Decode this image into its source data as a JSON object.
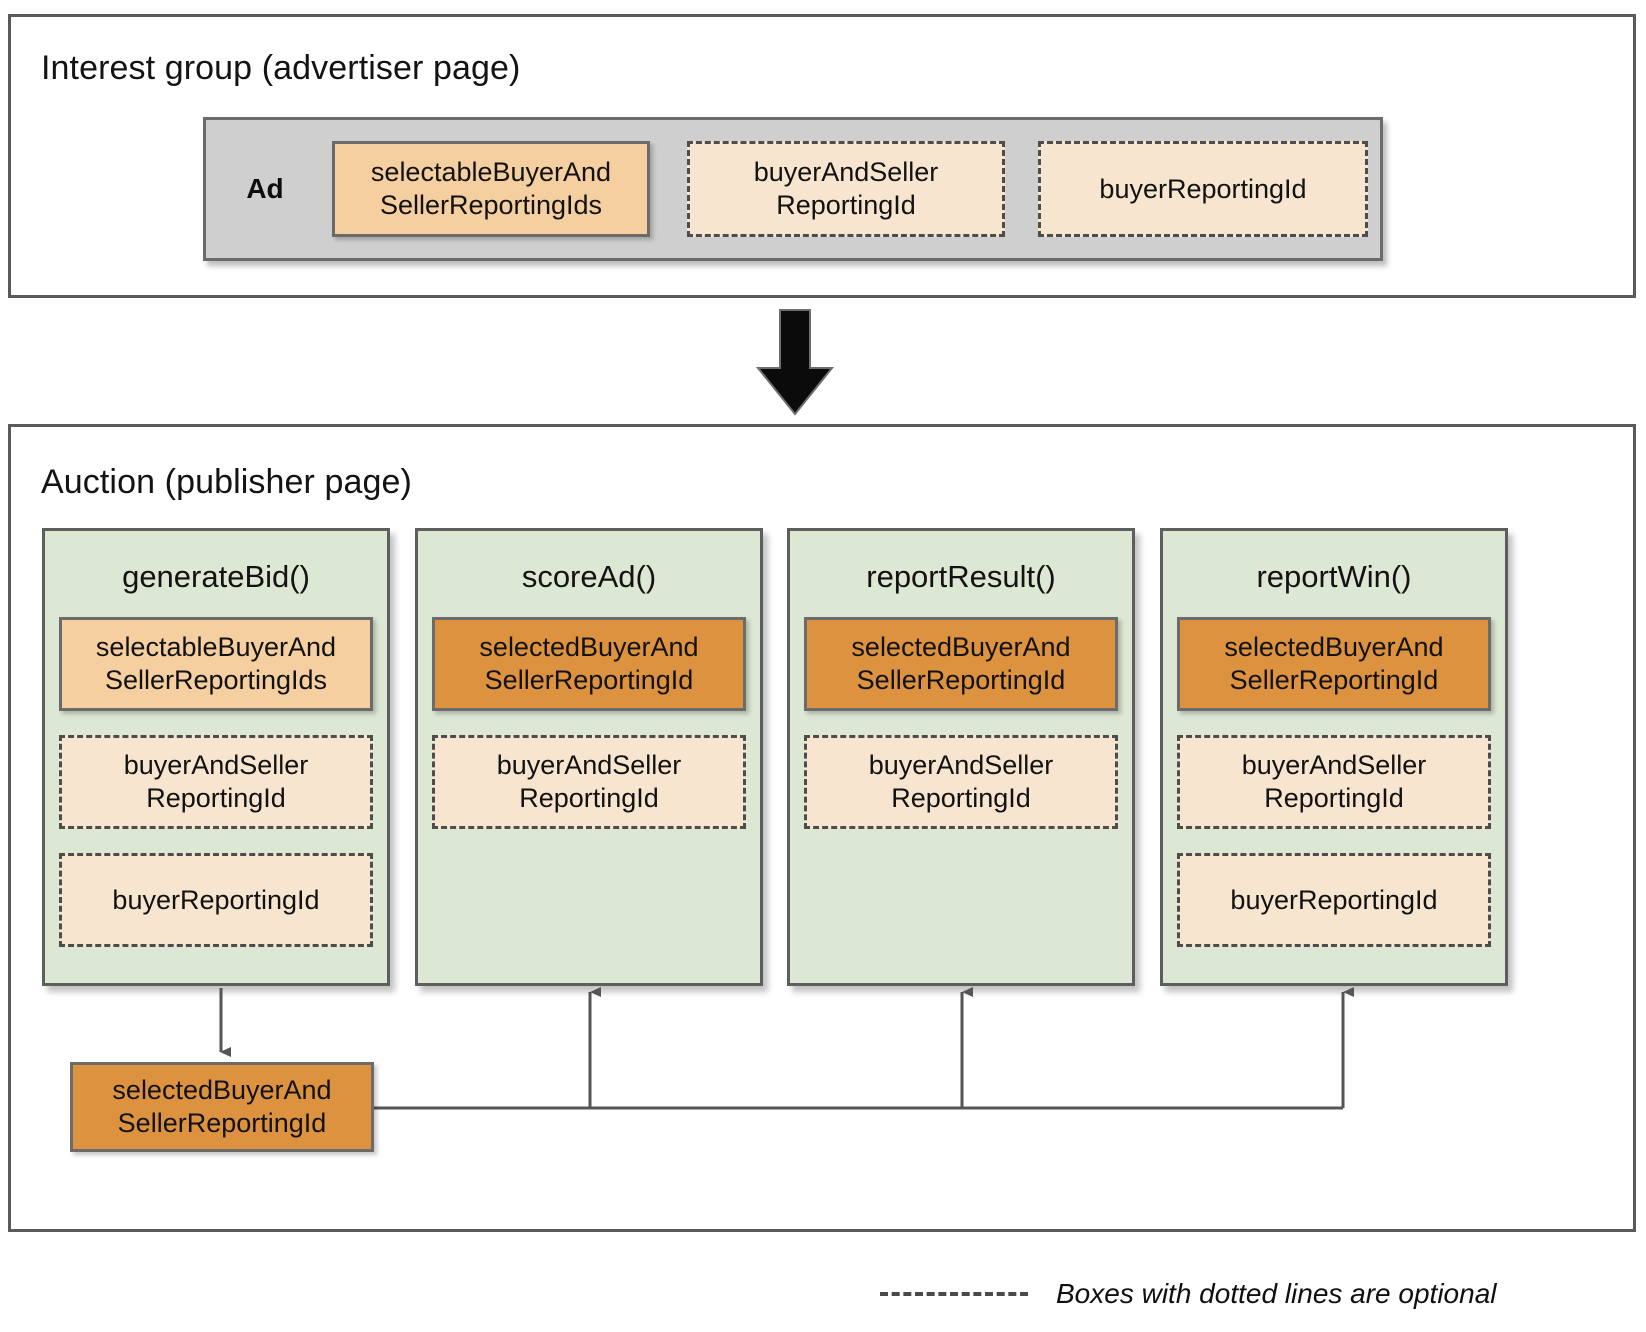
{
  "sections": {
    "interest_group": {
      "title": "Interest group (advertiser page)",
      "ad_label": "Ad",
      "fields": [
        {
          "label": "selectableBuyerAnd\nSellerReportingIds",
          "style": "solid-light"
        },
        {
          "label": "buyerAndSeller\nReportingId",
          "style": "dotted"
        },
        {
          "label": "buyerReportingId",
          "style": "dotted"
        }
      ]
    },
    "auction": {
      "title": "Auction (publisher page)",
      "columns": [
        {
          "name": "generateBid()",
          "fields": [
            {
              "label": "selectableBuyerAnd\nSellerReportingIds",
              "style": "solid-light"
            },
            {
              "label": "buyerAndSeller\nReportingId",
              "style": "dotted"
            },
            {
              "label": "buyerReportingId",
              "style": "dotted"
            }
          ]
        },
        {
          "name": "scoreAd()",
          "fields": [
            {
              "label": "selectedBuyerAnd\nSellerReportingId",
              "style": "solid-dark"
            },
            {
              "label": "buyerAndSeller\nReportingId",
              "style": "dotted"
            }
          ]
        },
        {
          "name": "reportResult()",
          "fields": [
            {
              "label": "selectedBuyerAnd\nSellerReportingId",
              "style": "solid-dark"
            },
            {
              "label": "buyerAndSeller\nReportingId",
              "style": "dotted"
            }
          ]
        },
        {
          "name": "reportWin()",
          "fields": [
            {
              "label": "selectedBuyerAnd\nSellerReportingId",
              "style": "solid-dark"
            },
            {
              "label": "buyerAndSeller\nReportingId",
              "style": "dotted"
            },
            {
              "label": "buyerReportingId",
              "style": "dotted"
            }
          ]
        }
      ],
      "output_box": {
        "label": "selectedBuyerAnd\nSellerReportingId",
        "style": "solid-dark"
      }
    }
  },
  "legend": {
    "text": "Boxes with dotted lines are optional"
  },
  "colors": {
    "solid_light_fill": "#F5CFA0",
    "solid_dark_fill": "#DD923F",
    "dotted_fill": "#F7E5D0",
    "column_fill": "#DCE7D4",
    "ad_container_fill": "#CFCFCF",
    "border": "#5A5A5A",
    "connector": "#555555",
    "arrow_big": "#0B0B0B"
  }
}
